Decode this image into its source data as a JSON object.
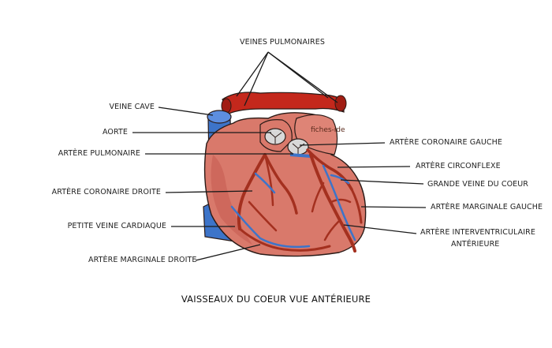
{
  "caption": "VAISSEAUX DU COEUR VUE ANTÉRIEURE",
  "watermark": "fiches-ide",
  "labels": {
    "veines_pulmonaires": "VEINES PULMONAIRES",
    "veine_cave": "VEINE CAVE",
    "aorte": "AORTE",
    "artere_pulmonaire": "ARTÈRE PULMONAIRE",
    "artere_coronaire_droite": "ARTÈRE CORONAIRE DROITE",
    "petite_veine_cardiaque": "PETITE VEINE CARDIAQUE",
    "artere_marginale_droite": "ARTÈRE MARGINALE DROITE",
    "artere_coronaire_gauche": "ARTÈRE CORONAIRE GAUCHE",
    "artere_circonflexe": "ARTÈRE CIRCONFLEXE",
    "grande_veine_du_coeur": "GRANDE VEINE DU COEUR",
    "artere_marginale_gauche": "ARTÈRE MARGINALE GAUCHE",
    "artere_interventriculaire_line1": "ARTÈRE INTERVENTRICULAIRE",
    "artere_interventriculaire_line2": "ANTÉRIEURE"
  },
  "colors": {
    "heart": "#d9796b",
    "heart_shadow": "#c65e52",
    "artery": "#a4301f",
    "vein": "#3d74c9",
    "vessel_red": "#c4281c",
    "outline": "#2a1a16"
  }
}
